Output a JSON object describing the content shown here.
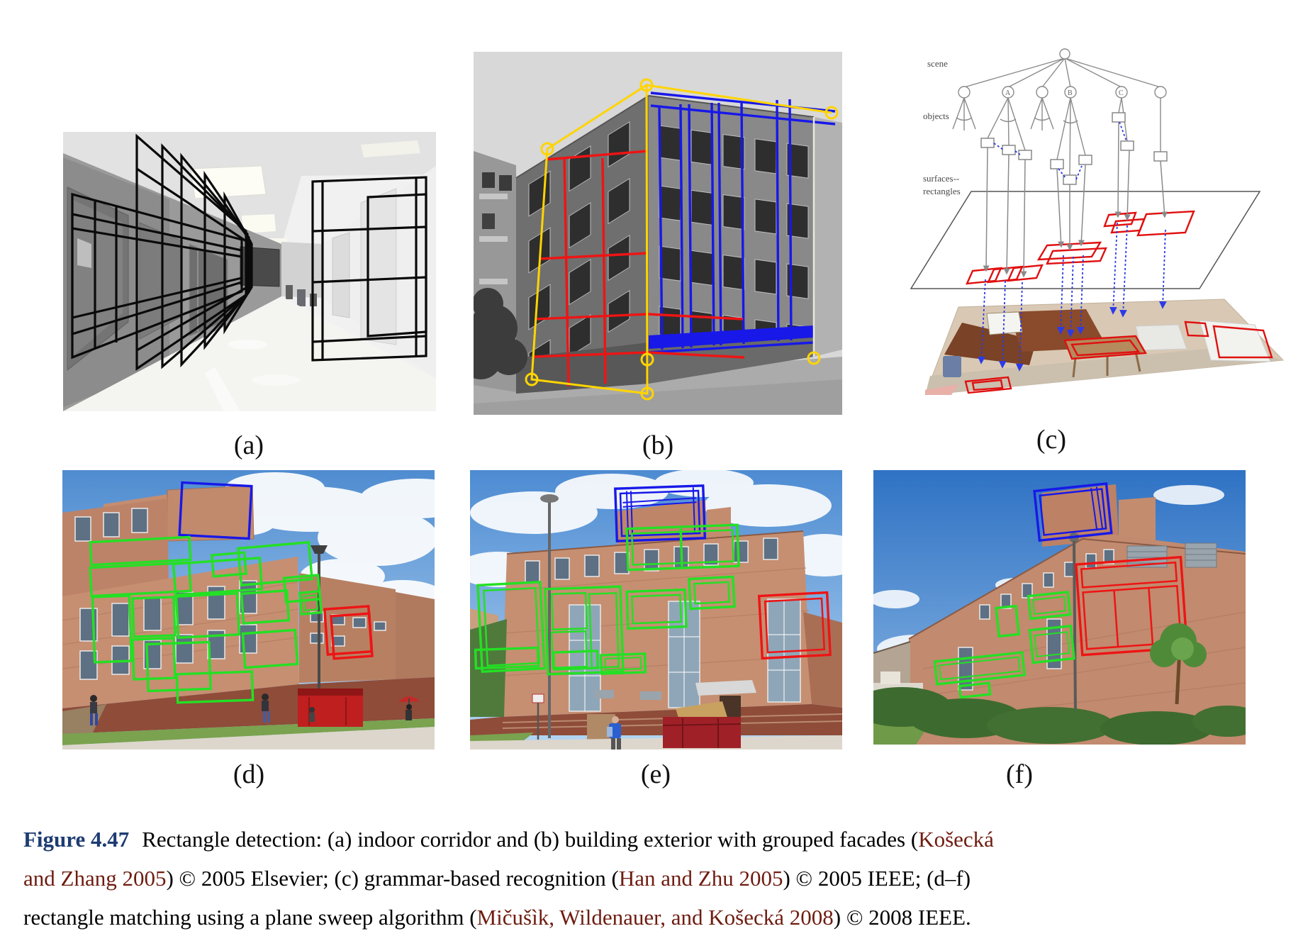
{
  "panels": {
    "a": {
      "label": "(a)"
    },
    "b": {
      "label": "(b)"
    },
    "c": {
      "label": "(c)",
      "labels": {
        "scene": "scene",
        "objects": "objects",
        "surfaces1": "surfaces--",
        "surfaces2": "rectangles",
        "nodeA": "A",
        "nodeB": "B",
        "nodeC": "C"
      }
    },
    "d": {
      "label": "(d)"
    },
    "e": {
      "label": "(e)"
    },
    "f": {
      "label": "(f)"
    }
  },
  "caption": {
    "line1": {
      "fig": "Figure 4.47",
      "body": "Rectangle detection: (a) indoor corridor and (b) building exterior with grouped facades (",
      "cite": "Košecká"
    },
    "line2": {
      "cite1": "and Zhang 2005",
      "body1": ") © 2005 Elsevier; (c) grammar-based recognition (",
      "cite2": "Han and Zhu 2005",
      "body2": ") © 2005 IEEE; (d–f)"
    },
    "line3": {
      "body1": "rectangle matching using a plane sweep algorithm (",
      "cite": "Mičušìk, Wildenauer, and Košecká 2008",
      "body2": ") © 2008 IEEE."
    }
  },
  "colors": {
    "figure_label": "#1e3c72",
    "citation": "#6e1c10",
    "body_text": "#000000",
    "overlay_green": "#24e024",
    "overlay_red": "#ee1414",
    "overlay_blue": "#1818e8",
    "overlay_yellow": "#ffd400",
    "diagram_red": "#e01010",
    "diagram_link_blue": "#2b3be8"
  }
}
